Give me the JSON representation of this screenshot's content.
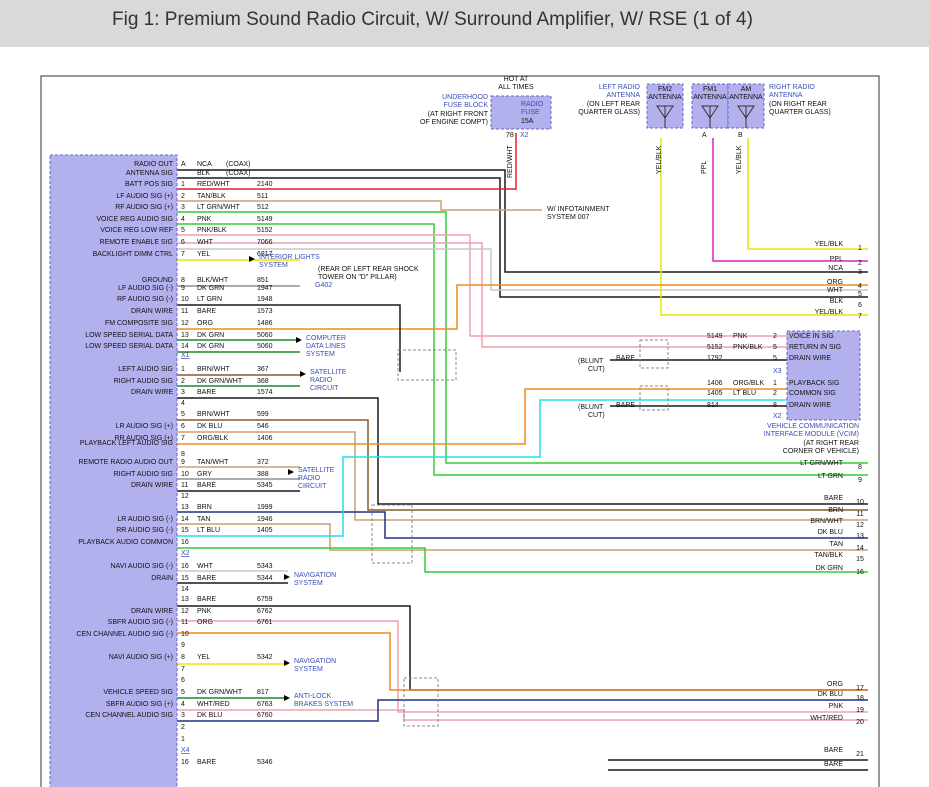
{
  "title": "Fig 1: Premium Sound Radio Circuit, W/ Surround Amplifier, W/ RSE (1 of 4)",
  "colors": {
    "module_fill": "#b3b0ee",
    "module_stroke": "#6a66c8",
    "ref_blue": "#3a4fb3",
    "wire_black": "#1a1a1a",
    "wire_red": "#e02020",
    "wire_tan": "#c9a070",
    "wire_green": "#33cc33",
    "wire_pink": "#f0a0b0",
    "wire_white": "#c8c8c8",
    "wire_yellow": "#e8e800",
    "wire_orange": "#f08c1e",
    "wire_blue": "#1a3a9a",
    "wire_brown": "#8b5a2b",
    "wire_cyan": "#22e0ee",
    "wire_magenta": "#e020c8",
    "wire_gray": "#909090",
    "wire_dkgreen": "#1a8a2a",
    "wire_dkblue": "#203080"
  },
  "header": {
    "hot_at_all_times": [
      "HOT AT",
      "ALL TIMES"
    ],
    "fuse_block": [
      "UNDERHOOD",
      "FUSE BLOCK",
      "(AT RIGHT FRONT",
      "OF ENGINE COMPT)"
    ],
    "fuse": [
      "RADIO",
      "FUSE",
      "15A"
    ],
    "fuse_pin": "78",
    "fuse_conn": "X2",
    "left_antenna": [
      "LEFT RADIO",
      "ANTENNA",
      "(ON LEFT REAR",
      "QUARTER GLASS)"
    ],
    "right_antenna": [
      "RIGHT RADIO",
      "ANTENNA",
      "(ON RIGHT REAR",
      "QUARTER GLASS)"
    ],
    "antennas": [
      {
        "name": [
          "FM2",
          "ANTENNA"
        ],
        "pin": ""
      },
      {
        "name": [
          "FM1",
          "ANTENNA"
        ],
        "pin": "A"
      },
      {
        "name": [
          "AM",
          "ANTENNA"
        ],
        "pin": "B"
      }
    ],
    "antenna_wires": [
      "YEL/BLK",
      "PPL",
      "YEL/BLK"
    ],
    "fuse_wire": "RED/WHT",
    "infotainment_note": [
      "W/ INFOTAINMENT",
      "SYSTEM 007"
    ],
    "shock_tower_note": [
      "(REAR OF LEFT REAR SHOCK",
      "TOWER ON \"D\" PILLAR)"
    ],
    "ground_ref": "G402"
  },
  "left_pins": [
    {
      "label": "RADIO OUT",
      "pin": "A",
      "color": "NCA",
      "circuit": "(COAX)"
    },
    {
      "label": "ANTENNA SIG",
      "pin": "",
      "color": "BLK",
      "circuit": "(COAX)"
    },
    {
      "label": "BATT POS SIG",
      "pin": "1",
      "color": "RED/WHT",
      "circuit": "2140"
    },
    {
      "label": "LF AUDIO SIG (+)",
      "pin": "2",
      "color": "TAN/BLK",
      "circuit": "511"
    },
    {
      "label": "RF AUDIO SIG (+)",
      "pin": "3",
      "color": "LT GRN/WHT",
      "circuit": "512"
    },
    {
      "label": "VOICE REG AUDIO SIG",
      "pin": "4",
      "color": "PNK",
      "circuit": "5149"
    },
    {
      "label": "VOICE REG LOW REF",
      "pin": "5",
      "color": "PNK/BLK",
      "circuit": "5152"
    },
    {
      "label": "REMOTE ENABLE SIG",
      "pin": "6",
      "color": "WHT",
      "circuit": "7066"
    },
    {
      "label": "BACKLIGHT DIMM CTRL",
      "pin": "7",
      "color": "YEL",
      "circuit": "6817"
    },
    {
      "label": "",
      "pin": "",
      "color": "",
      "circuit": ""
    },
    {
      "label": "GROUND",
      "pin": "8",
      "color": "BLK/WHT",
      "circuit": "851"
    },
    {
      "label": "LF AUDIO SIG (-)",
      "pin": "9",
      "color": "DK GRN",
      "circuit": "1947"
    },
    {
      "label": "RF AUDIO SIG (-)",
      "pin": "10",
      "color": "LT GRN",
      "circuit": "1948"
    },
    {
      "label": "DRAIN WIRE",
      "pin": "11",
      "color": "BARE",
      "circuit": "1573"
    },
    {
      "label": "FM COMPOSITE SIG",
      "pin": "12",
      "color": "ORG",
      "circuit": "1486"
    },
    {
      "label": "LOW SPEED SERIAL DATA",
      "pin": "13",
      "color": "DK GRN",
      "circuit": "5060"
    },
    {
      "label": "LOW SPEED SERIAL DATA",
      "pin": "14",
      "color": "DK GRN",
      "circuit": "5060"
    },
    {
      "label": "",
      "pin": "X1",
      "color": "",
      "circuit": ""
    },
    {
      "label": "LEFT AUDIO SIG",
      "pin": "1",
      "color": "BRN/WHT",
      "circuit": "367"
    },
    {
      "label": "RIGHT AUDIO SIG",
      "pin": "2",
      "color": "DK GRN/WHT",
      "circuit": "368"
    },
    {
      "label": "DRAIN WIRE",
      "pin": "3",
      "color": "BARE",
      "circuit": "1574"
    },
    {
      "label": "",
      "pin": "4",
      "color": "",
      "circuit": ""
    },
    {
      "label": "",
      "pin": "5",
      "color": "BRN/WHT",
      "circuit": "599"
    },
    {
      "label": "LR AUDIO SIG (+)",
      "pin": "6",
      "color": "DK BLU",
      "circuit": "546"
    },
    {
      "label": "RR AUDIO SIG (+)",
      "pin": "7",
      "color": "ORG/BLK",
      "circuit": "1406"
    },
    {
      "label": "PLAYBACK LEFT AUDIO SIG",
      "pin": "",
      "color": "",
      "circuit": ""
    },
    {
      "label": "",
      "pin": "8",
      "color": "",
      "circuit": ""
    },
    {
      "label": "REMOTE RADIO AUDIO OUT",
      "pin": "9",
      "color": "TAN/WHT",
      "circuit": "372"
    },
    {
      "label": "RIGHT AUDIO SIG",
      "pin": "10",
      "color": "GRY",
      "circuit": "388"
    },
    {
      "label": "DRAIN WIRE",
      "pin": "11",
      "color": "BARE",
      "circuit": "5345"
    },
    {
      "label": "",
      "pin": "12",
      "color": "",
      "circuit": ""
    },
    {
      "label": "",
      "pin": "13",
      "color": "BRN",
      "circuit": "1999"
    },
    {
      "label": "LR AUDIO SIG (-)",
      "pin": "14",
      "color": "TAN",
      "circuit": "1946"
    },
    {
      "label": "RR AUDIO SIG (-)",
      "pin": "15",
      "color": "LT BLU",
      "circuit": "1405"
    },
    {
      "label": "PLAYBACK AUDIO COMMON",
      "pin": "16",
      "color": "",
      "circuit": ""
    },
    {
      "label": "",
      "pin": "X2",
      "color": "",
      "circuit": ""
    },
    {
      "label": "NAVI AUDIO SIG (-)",
      "pin": "16",
      "color": "WHT",
      "circuit": "5343"
    },
    {
      "label": "DRAIN",
      "pin": "15",
      "color": "BARE",
      "circuit": "5344"
    },
    {
      "label": "",
      "pin": "14",
      "color": "",
      "circuit": ""
    },
    {
      "label": "",
      "pin": "13",
      "color": "BARE",
      "circuit": "6759"
    },
    {
      "label": "DRAIN WIRE",
      "pin": "12",
      "color": "PNK",
      "circuit": "6762"
    },
    {
      "label": "SBFR AUDIO SIG (-)",
      "pin": "11",
      "color": "ORG",
      "circuit": "6761"
    },
    {
      "label": "CEN CHANNEL AUDIO SIG (-)",
      "pin": "10",
      "color": "",
      "circuit": ""
    },
    {
      "label": "",
      "pin": "9",
      "color": "",
      "circuit": ""
    },
    {
      "label": "NAVI AUDIO SIG (+)",
      "pin": "8",
      "color": "YEL",
      "circuit": "5342"
    },
    {
      "label": "",
      "pin": "7",
      "color": "",
      "circuit": ""
    },
    {
      "label": "",
      "pin": "6",
      "color": "",
      "circuit": ""
    },
    {
      "label": "VEHICLE SPEED SIG",
      "pin": "5",
      "color": "DK GRN/WHT",
      "circuit": "817"
    },
    {
      "label": "SBFR AUDIO SIG (+)",
      "pin": "4",
      "color": "WHT/RED",
      "circuit": "6763"
    },
    {
      "label": "CEN CHANNEL AUDIO SIG",
      "pin": "3",
      "color": "DK BLU",
      "circuit": "6760"
    },
    {
      "label": "",
      "pin": "2",
      "color": "",
      "circuit": ""
    },
    {
      "label": "",
      "pin": "1",
      "color": "",
      "circuit": ""
    },
    {
      "label": "",
      "pin": "X4",
      "color": "",
      "circuit": ""
    },
    {
      "label": "",
      "pin": "16",
      "color": "BARE",
      "circuit": "5346"
    }
  ],
  "refs": [
    {
      "id": "interior-lights",
      "lines": [
        "INTERIOR LIGHTS",
        "SYSTEM"
      ]
    },
    {
      "id": "computer-data-lines",
      "lines": [
        "COMPUTER",
        "DATA LINES",
        "SYSTEM"
      ]
    },
    {
      "id": "satellite-radio-1",
      "lines": [
        "SATELLITE",
        "RADIO",
        "CIRCUIT"
      ]
    },
    {
      "id": "satellite-radio-2",
      "lines": [
        "SATELLITE",
        "RADIO",
        "CIRCUIT"
      ]
    },
    {
      "id": "navigation-1",
      "lines": [
        "NAVIGATION",
        "SYSTEM"
      ]
    },
    {
      "id": "navigation-2",
      "lines": [
        "NAVIGATION",
        "SYSTEM"
      ]
    },
    {
      "id": "anti-lock",
      "lines": [
        "ANTI-LOCK",
        "BRAKES SYSTEM"
      ]
    }
  ],
  "vcim": {
    "pins": [
      {
        "label": "VOICE IN SIG",
        "pin": "2",
        "color": "PNK",
        "circuit": "5149"
      },
      {
        "label": "RETURN IN SIG",
        "pin": "5",
        "color": "PNK/BLK",
        "circuit": "5152"
      },
      {
        "label": "DRAIN WIRE",
        "pin": "5",
        "color": "BARE",
        "circuit": "1792"
      },
      {
        "label": "",
        "pin": "X3",
        "color": "",
        "circuit": ""
      },
      {
        "label": "PLAYBACK SIG",
        "pin": "1",
        "color": "ORG/BLK",
        "circuit": "1406"
      },
      {
        "label": "COMMON SIG",
        "pin": "2",
        "color": "LT BLU",
        "circuit": "1405"
      },
      {
        "label": "DRAIN WIRE",
        "pin": "8",
        "color": "BARE",
        "circuit": "814"
      },
      {
        "label": "",
        "pin": "X2",
        "color": "",
        "circuit": ""
      }
    ],
    "blunt_cut": [
      "(BLUNT",
      "CUT)"
    ],
    "name": [
      "VEHICLE COMMUNICATION",
      "INTERFACE MODULE (VCIM)"
    ],
    "location": [
      "(AT RIGHT REAR",
      "CORNER OF VEHICLE)"
    ]
  },
  "right_wires": [
    {
      "color": "YEL/BLK",
      "num": "1"
    },
    {
      "color": "PPL",
      "num": "2"
    },
    {
      "color": "NCA",
      "num": "3"
    },
    {
      "color": "ORG",
      "num": "4"
    },
    {
      "color": "WHT",
      "num": "5"
    },
    {
      "color": "BLK",
      "num": "6"
    },
    {
      "color": "YEL/BLK",
      "num": "7"
    },
    {
      "color": "LT GRN/WHT",
      "num": "8"
    },
    {
      "color": "LT GRN",
      "num": "9"
    },
    {
      "color": "BARE",
      "num": "10"
    },
    {
      "color": "BRN",
      "num": "11"
    },
    {
      "color": "BRN/WHT",
      "num": "12"
    },
    {
      "color": "DK BLU",
      "num": "13"
    },
    {
      "color": "TAN",
      "num": "14"
    },
    {
      "color": "TAN/BLK",
      "num": "15"
    },
    {
      "color": "DK GRN",
      "num": "16"
    },
    {
      "color": "ORG",
      "num": "17"
    },
    {
      "color": "DK BLU",
      "num": "18"
    },
    {
      "color": "PNK",
      "num": "19"
    },
    {
      "color": "WHT/RED",
      "num": "20"
    },
    {
      "color": "BARE",
      "num": "21"
    },
    {
      "color": "BARE",
      "num": ""
    }
  ]
}
